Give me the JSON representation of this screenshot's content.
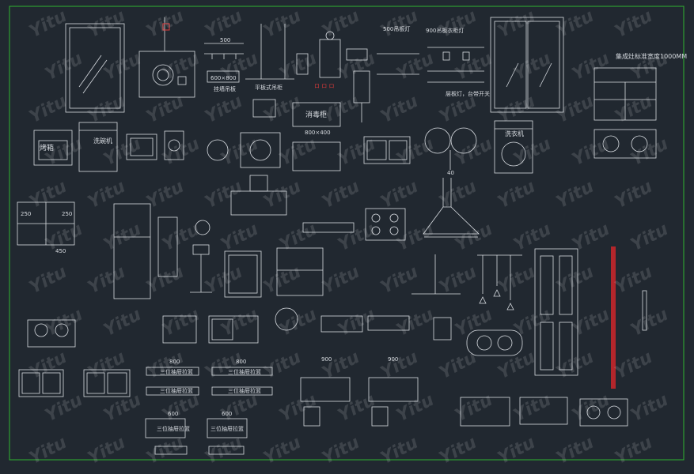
{
  "colors": {
    "background": "#212830",
    "line": "#d9dde2",
    "frame": "#2fb52f",
    "accent_red": "#b3262b",
    "watermark": "rgba(255,255,255,0.13)"
  },
  "labels": {
    "roaster_box": "烤箱",
    "washer_box": "洗碗机",
    "dim_500_a": "500",
    "dim_600_800": "600×800",
    "hanging_board": "挂墙吊板",
    "pull_basket": "平板式吊柜",
    "disinfect_cabinet": "消毒柜",
    "dim_800_400": "800×400",
    "lamp_caption_a": "500吊板灯",
    "lamp_caption_b": "900吊板衣柜灯",
    "shelf_caption": "层板灯，台带开关",
    "integrated_title": "集成灶标准宽度1000MM",
    "washing_machine": "洗衣机",
    "red_tag": "ロ ロ ロ",
    "dim_250_a": "250",
    "dim_250_b": "250",
    "dim_450": "450",
    "dim_40": "40",
    "row_caption_a1": "三位抽屉拉篮",
    "row_caption_a2": "三位抽屉拉篮",
    "row_caption_b1": "三位抽屉拉篮",
    "row_caption_b2": "三位抽屉拉篮",
    "row_caption_c1": "三位抽屉拉篮",
    "row_caption_c2": "三位抽屉拉篮",
    "dim_800_a": "800",
    "dim_800_b": "800",
    "dim_900_a": "900",
    "dim_900_b": "900",
    "dim_600_a": "600",
    "dim_600_b": "600"
  },
  "watermark": {
    "text": "Yitu"
  },
  "icons": [
    "cabinet-window-icon",
    "range-hood-icon",
    "stove-icon",
    "sink-icon",
    "refrigerator-icon",
    "bar-stool-icon",
    "door-icon",
    "pendant-lamp-icon"
  ]
}
